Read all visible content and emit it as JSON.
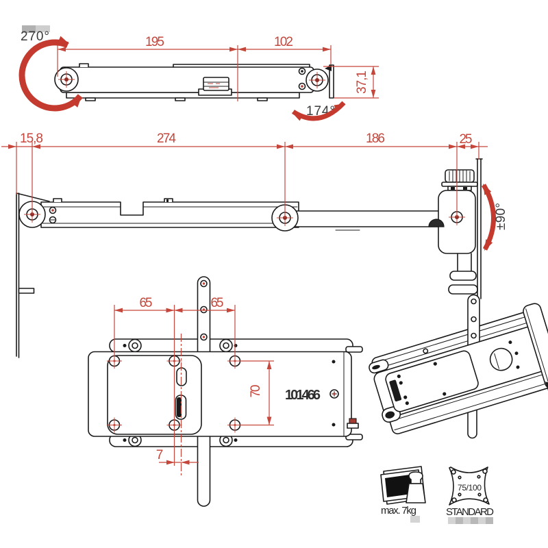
{
  "colors": {
    "background": "#ffffff",
    "line": "#1a1a1a",
    "dimension_red": "#c5463b",
    "angle_label": "#3a3a3a"
  },
  "top_view": {
    "rotation_left": "270°",
    "rotation_right": "174°",
    "dim_arm_inner": "195",
    "dim_arm_outer": "102",
    "dim_height": "37,1"
  },
  "side_view": {
    "dim_wall_offset": "15,8",
    "dim_arm_main": "274",
    "dim_arm_front": "186",
    "dim_plate": "25",
    "tilt_range": "±90°"
  },
  "front_view": {
    "dim_hole_spacing_left": "65",
    "dim_hole_spacing_right": "65",
    "dim_hole_spacing_vertical": "70",
    "dim_slot_offset": "7",
    "part_number": "101466"
  },
  "badges": {
    "max_load": "max. 7kg",
    "vesa_size": "75/100",
    "vesa_standard": "STANDARD"
  }
}
